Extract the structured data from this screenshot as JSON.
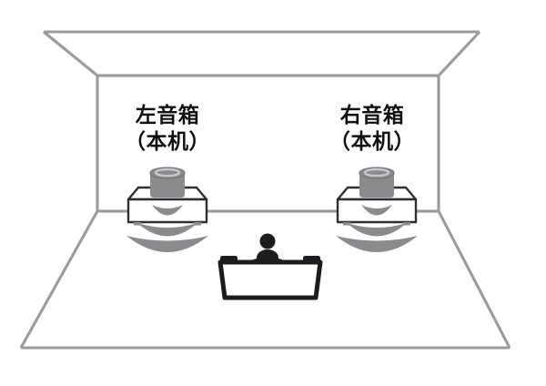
{
  "diagram": {
    "left_speaker": {
      "label_line1": "左音箱",
      "label_line2": "（本机）"
    },
    "right_speaker": {
      "label_line1": "右音箱",
      "label_line2": "（本机）"
    },
    "colors": {
      "room_line": "#9b9b9d",
      "speaker_gray": "#8b8b8d",
      "speaker_ring_highlight": "#c8c8ca",
      "stand_outline": "#2f2f31",
      "figure_black": "#1c1c1e",
      "background": "#ffffff",
      "label_text": "#111111"
    }
  }
}
